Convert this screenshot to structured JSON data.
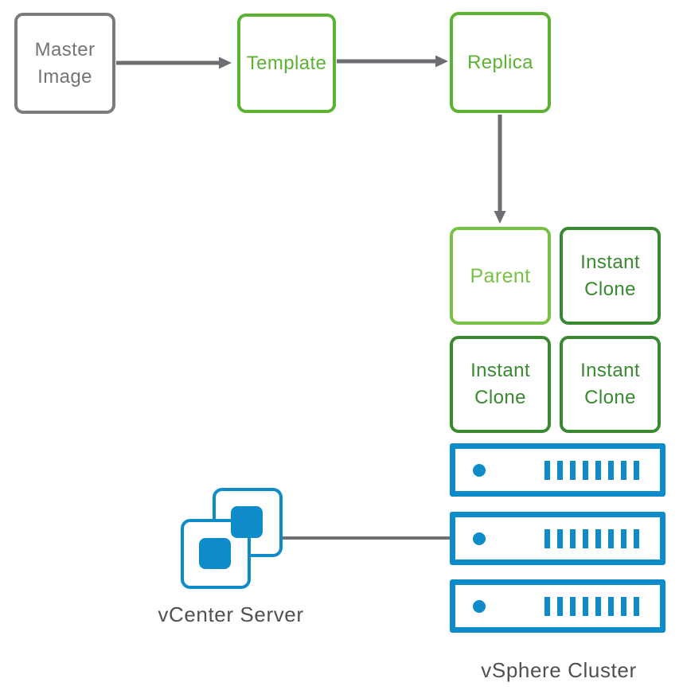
{
  "diagram": {
    "nodes": {
      "master_image": {
        "label": "Master Image"
      },
      "template": {
        "label": "Template"
      },
      "replica": {
        "label": "Replica"
      },
      "parent": {
        "label": "Parent"
      }
    },
    "instant_clones": [
      {
        "label": "Instant Clone"
      },
      {
        "label": "Instant Clone"
      },
      {
        "label": "Instant Clone"
      }
    ],
    "captions": {
      "vcenter_server": "vCenter Server",
      "vsphere_cluster": "vSphere Cluster"
    },
    "icons": {
      "vcenter": "vcenter-server-icon",
      "host": "esxi-host-server-icon",
      "arrow": "flow-arrow-icon"
    },
    "counts": {
      "instant_clones": 3,
      "cluster_hosts": 3
    }
  },
  "colors": {
    "bg": "#ffffff",
    "gray_border": "#7a7b7e",
    "gray_text": "#737477",
    "arrow_gray": "#6d6e71",
    "green_bright": "#5cb233",
    "green_light": "#77c145",
    "green_dark": "#38892f",
    "blue": "#0e8cc9",
    "label_text": "#4f5053"
  }
}
